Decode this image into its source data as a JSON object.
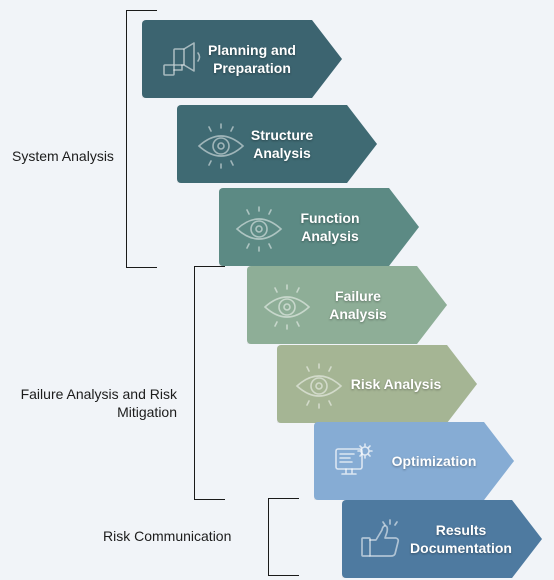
{
  "groups": {
    "system": "System Analysis",
    "failure": "Failure Analysis and Risk\nMitigation",
    "risk": "Risk Communication"
  },
  "steps": [
    {
      "label": "Planning and\nPreparation",
      "icon": "megaphone-icon",
      "color": "#3c6470"
    },
    {
      "label": "Structure Analysis",
      "icon": "eye-icon",
      "color": "#3f6a73"
    },
    {
      "label": "Function Analysis",
      "icon": "eye-icon",
      "color": "#5c8a84"
    },
    {
      "label": "Failure Analysis",
      "icon": "eye-icon",
      "color": "#8eae97"
    },
    {
      "label": "Risk Analysis",
      "icon": "eye-icon",
      "color": "#a5b594"
    },
    {
      "label": "Optimization",
      "icon": "computer-gear-icon",
      "color": "#86acd4"
    },
    {
      "label": "Results\nDocumentation",
      "icon": "thumbs-up-icon",
      "color": "#4e7aa0"
    }
  ]
}
